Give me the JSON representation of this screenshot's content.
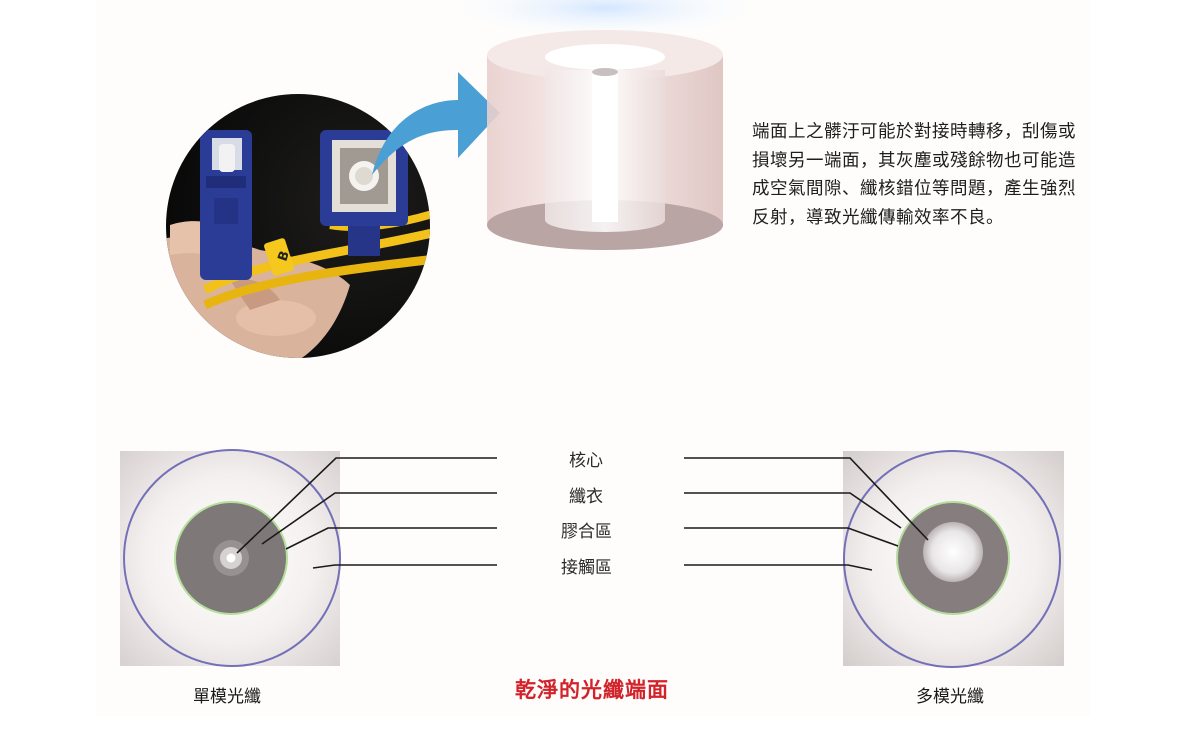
{
  "description": "端面上之髒汙可能於對接時轉移，刮傷或損壞另一端面，其灰塵或殘餘物也可能造成空氣間隙、纖核錯位等問題，產生強烈反射，導致光纖傳輸效率不良。",
  "connector_tag": "B",
  "layers": [
    "核心",
    "纖衣",
    "膠合區",
    "接觸區"
  ],
  "title": "乾淨的光纖端面",
  "single_mode_label": "單模光纖",
  "multi_mode_label": "多模光纖",
  "colors": {
    "title": "#d2232a",
    "arrow": "#4a9fd5",
    "connector": "#2b3c96",
    "cable": "#f2c21a"
  }
}
